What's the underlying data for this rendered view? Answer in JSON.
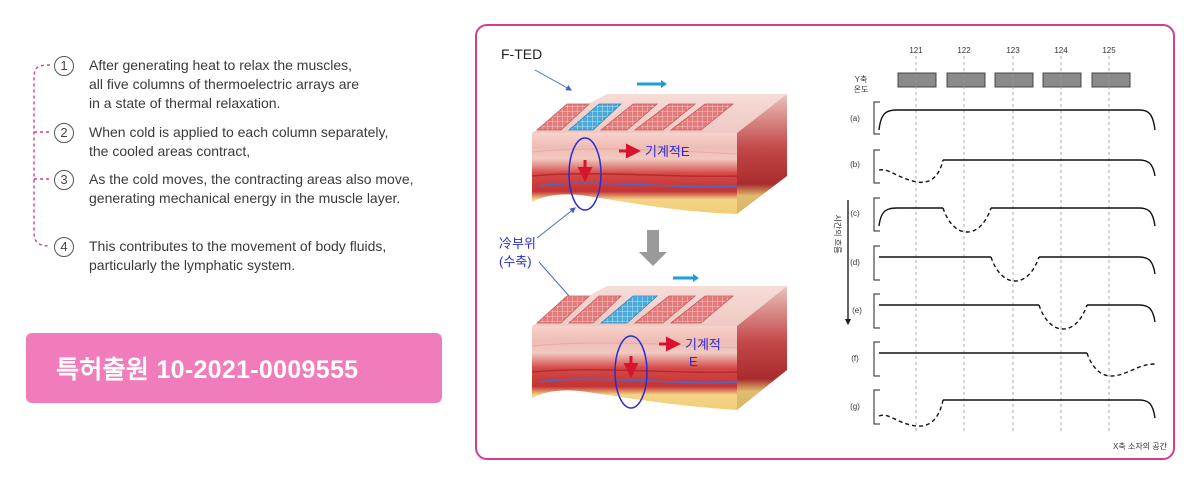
{
  "steps": [
    {
      "num": "1",
      "lines": [
        "After generating heat to relax the muscles,",
        "all five columns of thermoelectric arrays are",
        "in a state of thermal relaxation."
      ]
    },
    {
      "num": "2",
      "lines": [
        "When cold is applied to each column separately,",
        "the cooled areas contract,"
      ]
    },
    {
      "num": "3",
      "lines": [
        "As the cold moves, the contracting areas also move,",
        "generating mechanical energy in the muscle layer."
      ]
    },
    {
      "num": "4",
      "lines": [
        "This contributes to the movement of body fluids,",
        "particularly the lymphatic system."
      ]
    }
  ],
  "patent_label": "특허출원 10-2021-0009555",
  "illustration": {
    "fted_label": "F-TED",
    "mech_label_top": "기계적E",
    "mech_label_bottom_1": "기계적",
    "mech_label_bottom_2": "E",
    "cold_label_1": "冷부위",
    "cold_label_2": "(수축)"
  },
  "timing": {
    "columns": [
      "121",
      "122",
      "123",
      "124",
      "125"
    ],
    "y_label_1": "Y축",
    "y_label_2": "온도",
    "rows": [
      "(a)",
      "(b)",
      "(c)",
      "(d)",
      "(e)",
      "(f)",
      "(g)"
    ],
    "time_label": "시간의 흐름",
    "x_label": "X축 소자의 공간"
  },
  "colors": {
    "accent_pink": "#f07cbc",
    "frame_border": "#d63c8d",
    "bracket": "#d63c8d",
    "cold_blue": "#2a2ad6",
    "arrow_red": "#d8142c"
  }
}
